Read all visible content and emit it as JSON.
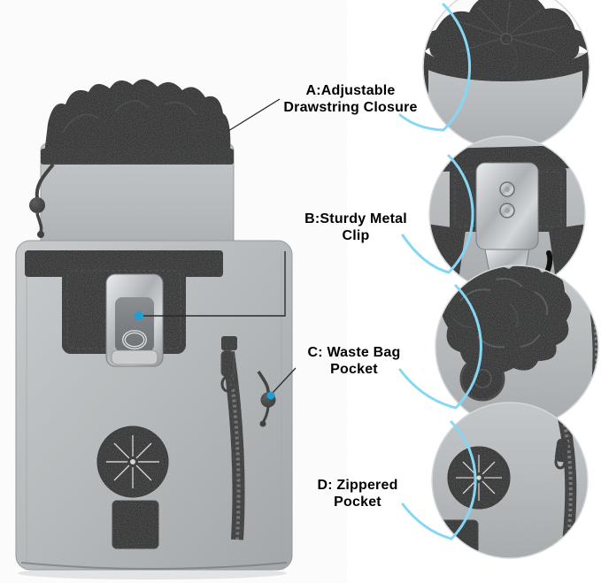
{
  "image": {
    "kind": "annotated-product-photo",
    "visible_text_only": true
  },
  "colors": {
    "background": "#ffffff",
    "fabric_gray": "#b4b8ba",
    "strap_black": "#111111",
    "metal_silver": "#c9cdd1",
    "accent_blue_dot": "#1b9fd8",
    "arc_blue": "#86d7f5",
    "inset_ring_gray": "#d5d8da",
    "label_text": "#000000"
  },
  "callouts": [
    {
      "id": "A",
      "line1": "A:Adjustable",
      "line2": "Drawstring Closure"
    },
    {
      "id": "B",
      "line1": "B:Sturdy Metal",
      "line2": "Clip"
    },
    {
      "id": "C",
      "line1": "C: Waste Bag",
      "line2": "Pocket"
    },
    {
      "id": "D",
      "line1": "D: Zippered",
      "line2": "Pocket"
    }
  ]
}
